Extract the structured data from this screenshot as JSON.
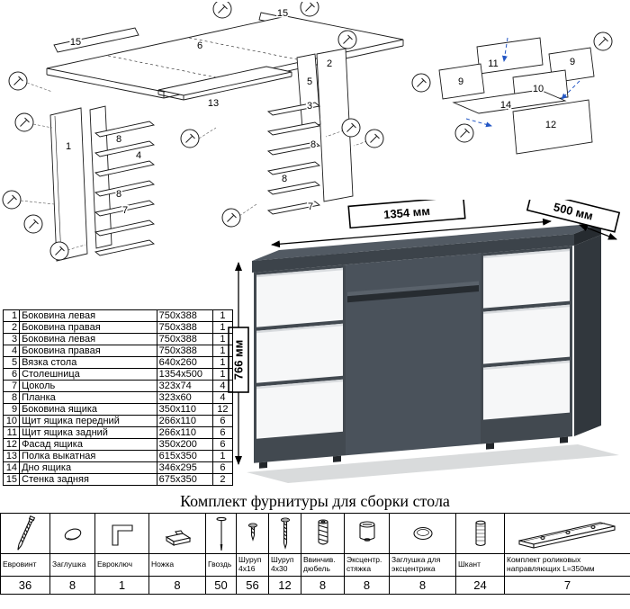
{
  "title": "Комплект фурнитуры для сборки стола",
  "dimensions": {
    "width": "1354 мм",
    "depth": "500 мм",
    "height": "766 мм"
  },
  "parts": {
    "rows": [
      {
        "n": "1",
        "name": "Боковина левая",
        "size": "750x388",
        "qty": "1"
      },
      {
        "n": "2",
        "name": "Боковина правая",
        "size": "750x388",
        "qty": "1"
      },
      {
        "n": "3",
        "name": "Боковина левая",
        "size": "750x388",
        "qty": "1"
      },
      {
        "n": "4",
        "name": "Боковина правая",
        "size": "750x388",
        "qty": "1"
      },
      {
        "n": "5",
        "name": "Вязка стола",
        "size": "640x260",
        "qty": "1"
      },
      {
        "n": "6",
        "name": "Столешница",
        "size": "1354x500",
        "qty": "1"
      },
      {
        "n": "7",
        "name": "Цоколь",
        "size": "323x74",
        "qty": "4"
      },
      {
        "n": "8",
        "name": "Планка",
        "size": "323x60",
        "qty": "4"
      },
      {
        "n": "9",
        "name": "Боковина ящика",
        "size": "350x110",
        "qty": "12"
      },
      {
        "n": "10",
        "name": "Щит ящика передний",
        "size": "266x110",
        "qty": "6"
      },
      {
        "n": "11",
        "name": "Щит ящика задний",
        "size": "266x110",
        "qty": "6"
      },
      {
        "n": "12",
        "name": "Фасад ящика",
        "size": "350x200",
        "qty": "6"
      },
      {
        "n": "13",
        "name": "Полка выкатная",
        "size": "615x350",
        "qty": "1"
      },
      {
        "n": "14",
        "name": "Дно ящика",
        "size": "346x295",
        "qty": "6"
      },
      {
        "n": "15",
        "name": "Стенка задняя",
        "size": "675x350",
        "qty": "2"
      }
    ]
  },
  "hardware": {
    "items": [
      {
        "name": "Евровинт",
        "qty": "36",
        "icon": "confirmat-screw-icon"
      },
      {
        "name": "Заглушка",
        "qty": "8",
        "icon": "cap-icon"
      },
      {
        "name": "Евроключ",
        "qty": "1",
        "icon": "hex-key-icon"
      },
      {
        "name": "Ножка",
        "qty": "8",
        "icon": "foot-icon"
      },
      {
        "name": "Гвоздь",
        "qty": "50",
        "icon": "nail-icon"
      },
      {
        "name": "Шуруп 4x16",
        "qty": "56",
        "icon": "screw-4x16-icon"
      },
      {
        "name": "Шуруп 4x30",
        "qty": "12",
        "icon": "screw-4x30-icon"
      },
      {
        "name": "Ввинчив. дюбель",
        "qty": "8",
        "icon": "insert-dowel-icon"
      },
      {
        "name": "Эксцентр. стяжка",
        "qty": "8",
        "icon": "cam-lock-icon"
      },
      {
        "name": "Заглушка для эксцентрика",
        "qty": "8",
        "icon": "cam-cover-icon"
      },
      {
        "name": "Шкант",
        "qty": "24",
        "icon": "wood-dowel-icon"
      },
      {
        "name": "Комплект роликовых направляющих L=350мм",
        "qty": "7",
        "icon": "drawer-slides-icon"
      }
    ]
  },
  "diagrams": {
    "desk": {
      "labels": [
        "15",
        "6",
        "15",
        "2",
        "5",
        "13",
        "1",
        "8",
        "4",
        "8",
        "7",
        "3",
        "8",
        "8",
        "7"
      ]
    },
    "drawer": {
      "labels": [
        "11",
        "9",
        "9",
        "10",
        "14",
        "12"
      ]
    }
  },
  "colors": {
    "desk_body": "#424950",
    "desk_top": "#525a63",
    "drawer_front": "#f6f7f8",
    "arrow_blue": "#2457c5"
  }
}
